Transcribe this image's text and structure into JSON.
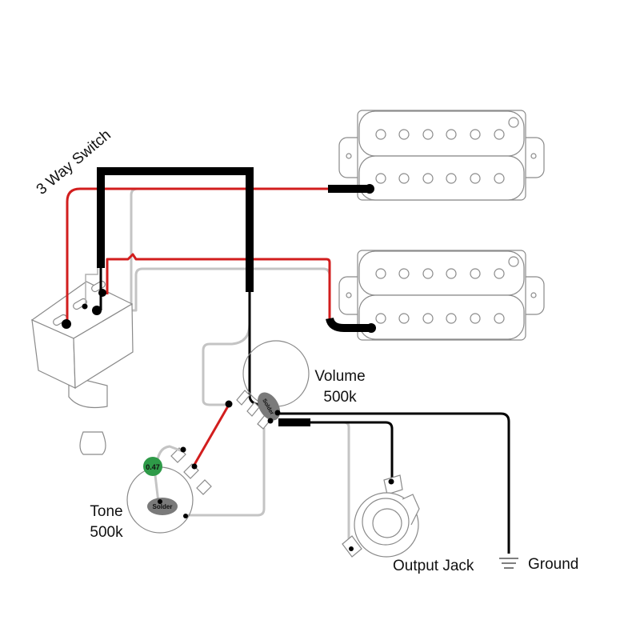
{
  "diagram": {
    "type": "guitar-wiring",
    "labels": {
      "switch": "3 Way Switch",
      "volume_name": "Volume",
      "volume_value": "500k",
      "tone_name": "Tone",
      "tone_value": "500k",
      "output_jack": "Output Jack",
      "ground": "Ground",
      "capacitor": "0.47",
      "solder_volume": "Solder",
      "solder_tone": "Solder"
    },
    "components": [
      {
        "id": "neck-humbucker",
        "kind": "humbucker",
        "poles_per_coil": 6
      },
      {
        "id": "bridge-humbucker",
        "kind": "humbucker",
        "poles_per_coil": 6
      },
      {
        "id": "three-way-switch",
        "kind": "toggle-switch"
      },
      {
        "id": "volume-pot",
        "kind": "potentiometer",
        "value": "500k"
      },
      {
        "id": "tone-pot",
        "kind": "potentiometer",
        "value": "500k"
      },
      {
        "id": "tone-capacitor",
        "kind": "capacitor",
        "value": "0.47"
      },
      {
        "id": "output-jack",
        "kind": "jack"
      },
      {
        "id": "ground",
        "kind": "ground"
      }
    ],
    "wire_colors": {
      "hot": "#d21e1e",
      "shield": "#000000",
      "ground": "#c4c4c4",
      "capacitor_badge": "#2e9a48",
      "solder_blob": "#7a7a7a"
    }
  }
}
